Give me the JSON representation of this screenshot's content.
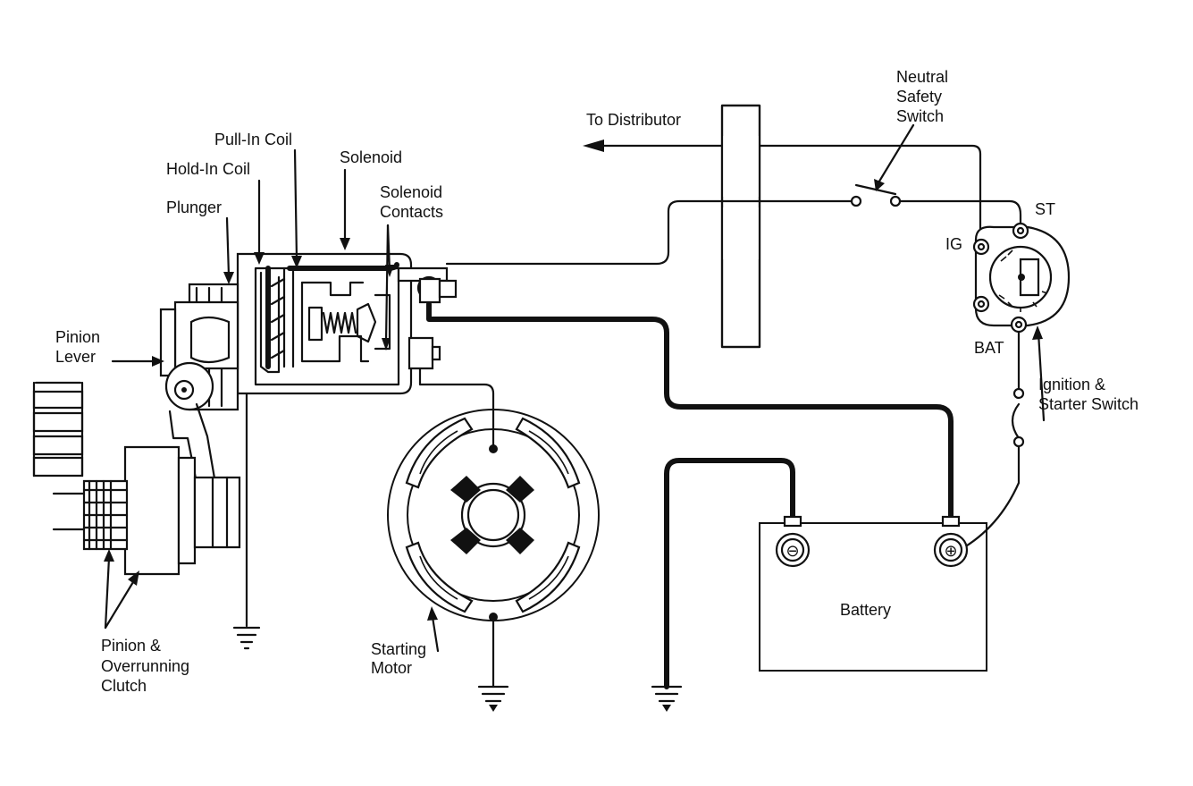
{
  "labels": {
    "neutral_safety_switch": [
      "Neutral",
      "Safety",
      "Switch"
    ],
    "to_distributor": "To Distributor",
    "pull_in_coil": "Pull-In Coil",
    "solenoid": "Solenoid",
    "hold_in_coil": "Hold-In Coil",
    "plunger": "Plunger",
    "solenoid_contacts": [
      "Solenoid",
      "Contacts"
    ],
    "st": "ST",
    "ig": "IG",
    "bat": "BAT",
    "pinion_lever": [
      "Pinion",
      "Lever"
    ],
    "ignition_starter_switch": [
      "Ignition &",
      "Starter Switch"
    ],
    "pinion_overrunning_clutch": [
      "Pinion &",
      "Overrunning",
      "Clutch"
    ],
    "starting_motor": [
      "Starting",
      "Motor"
    ],
    "battery": "Battery",
    "battery_negative_symbol": "⊖",
    "battery_positive_symbol": "⊕"
  }
}
